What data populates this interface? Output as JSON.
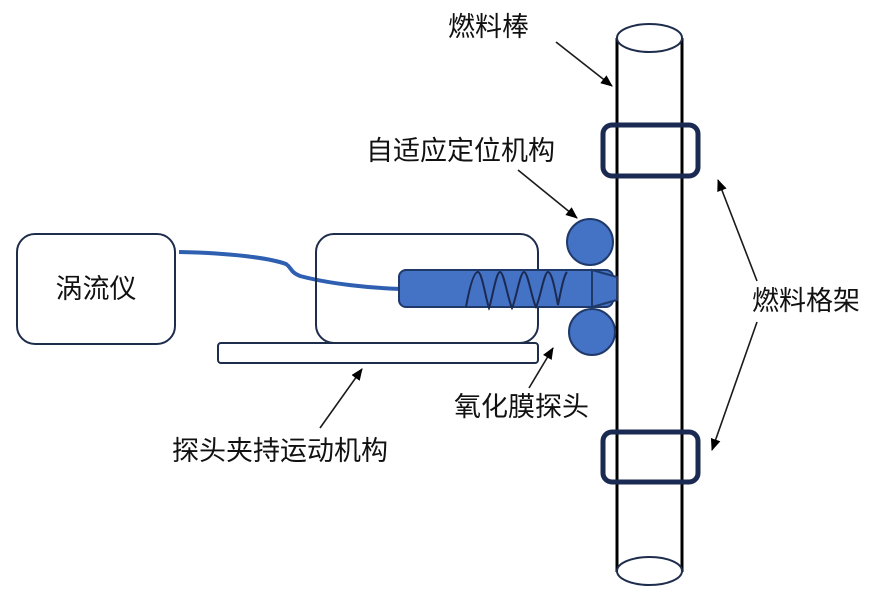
{
  "diagram": {
    "labels": {
      "eddy_current_instrument": "涡流仪",
      "fuel_rod": "燃料棒",
      "adaptive_positioning": "自适应定位机构",
      "fuel_grid": "燃料格架",
      "oxide_probe": "氧化膜探头",
      "probe_clamp_motion": "探头夹持运动机构"
    },
    "colors": {
      "probe_fill": "#4472c4",
      "cable": "#2e5fb0",
      "outline": "#1f2d4d"
    }
  }
}
